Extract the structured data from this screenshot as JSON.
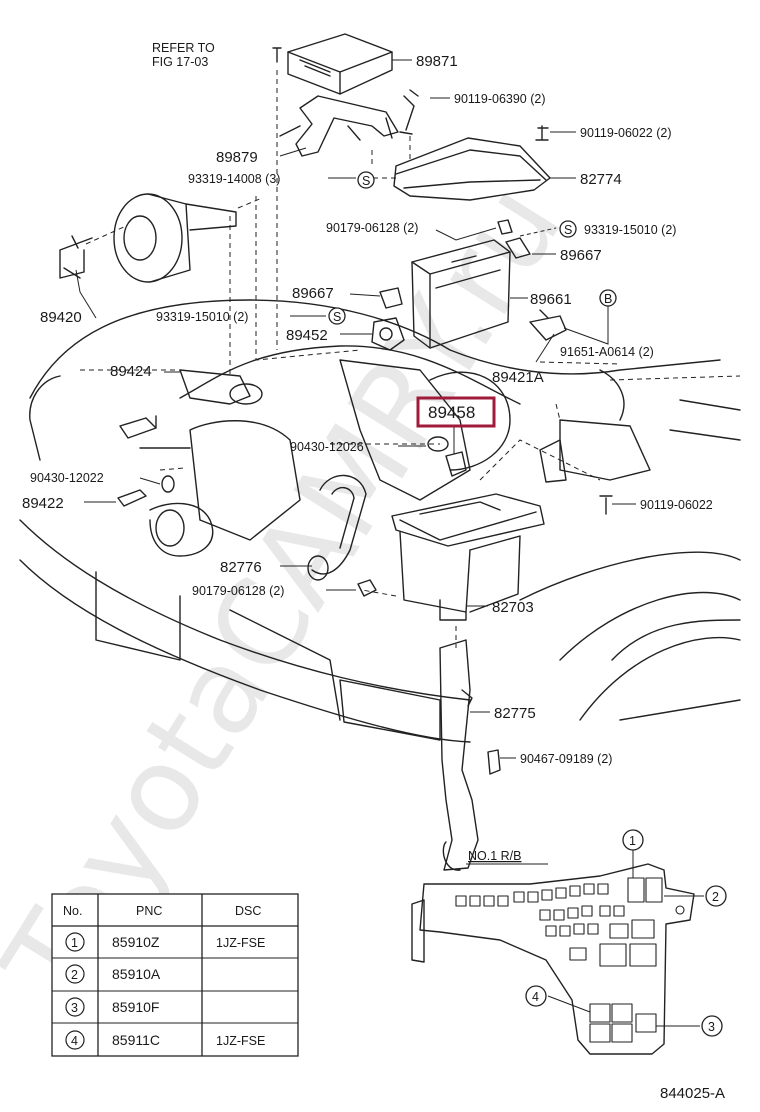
{
  "diagram": {
    "watermark": "ToyotaCAMRY.ru",
    "reference_note": [
      "REFER TO",
      "FIG 17-03"
    ],
    "figure_code": "844025-A",
    "relay_block_title": "NO.1 R/B",
    "highlighted_part": "89458",
    "highlight_color": "#a01a3a",
    "part_labels": {
      "p89871": "89871",
      "p90119_06390": "90119-06390 (2)",
      "p90119_06022_top": "90119-06022 (2)",
      "p89879": "89879",
      "p93319_14008": "93319-14008 (3)",
      "p82774": "82774",
      "p90179_06128_top": "90179-06128 (2)",
      "p93319_15010_right": "93319-15010 (2)",
      "p89667_right": "89667",
      "p89420": "89420",
      "p89667_left": "89667",
      "p89661": "89661",
      "p93319_15010_left": "93319-15010 (2)",
      "p89452": "89452",
      "p91651": "91651-A0614 (2)",
      "p89424": "89424",
      "p89421A": "89421A",
      "p89458": "89458",
      "p90430_12026": "90430-12026",
      "p90430_12022": "90430-12022",
      "p89422": "89422",
      "p90119_06022_right": "90119-06022",
      "p82776": "82776",
      "p90179_06128_low": "90179-06128 (2)",
      "p82703": "82703",
      "p82775": "82775",
      "p90467": "90467-09189 (2)"
    },
    "symbols": {
      "s_mark": "S",
      "b_mark": "B"
    },
    "callouts": [
      "1",
      "2",
      "3",
      "4"
    ]
  },
  "table": {
    "headers": [
      "No.",
      "PNC",
      "DSC"
    ],
    "rows": [
      {
        "no": "1",
        "pnc": "85910Z",
        "dsc": "1JZ-FSE"
      },
      {
        "no": "2",
        "pnc": "85910A",
        "dsc": ""
      },
      {
        "no": "3",
        "pnc": "85910F",
        "dsc": ""
      },
      {
        "no": "4",
        "pnc": "85911C",
        "dsc": "1JZ-FSE"
      }
    ]
  }
}
